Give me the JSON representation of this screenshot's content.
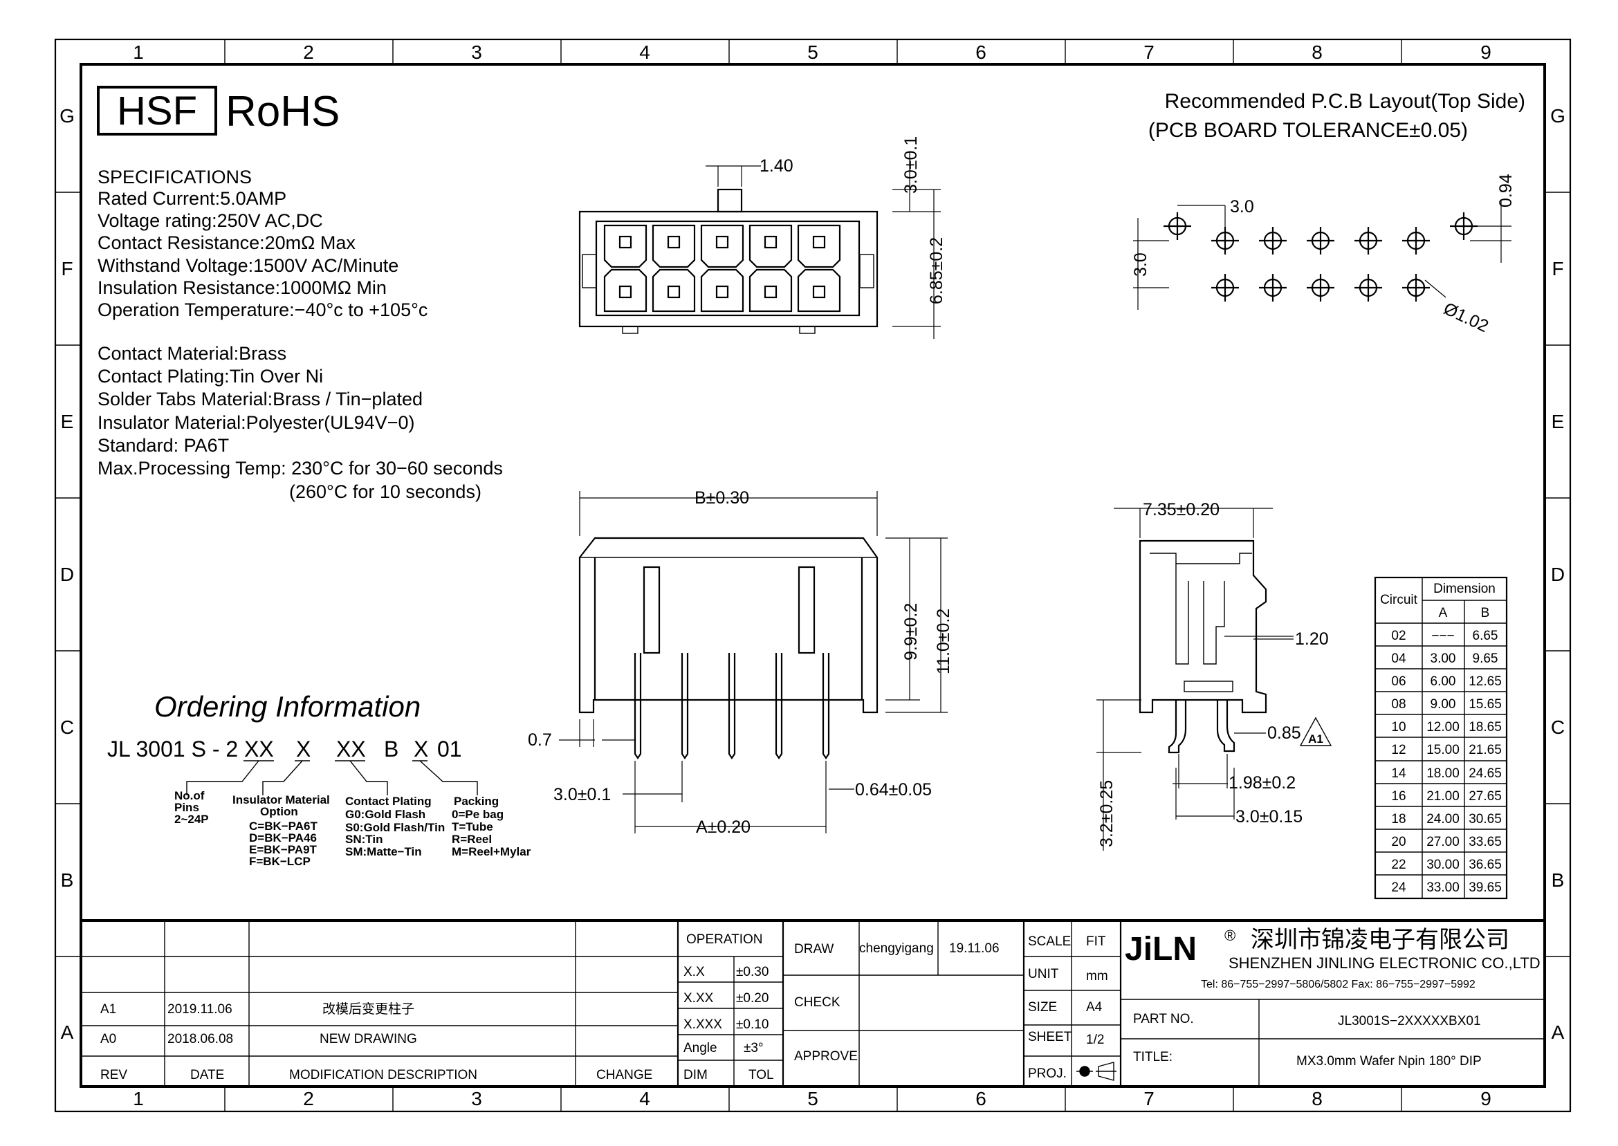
{
  "frame": {
    "columns": [
      "1",
      "2",
      "3",
      "4",
      "5",
      "6",
      "7",
      "8",
      "9"
    ],
    "rows": [
      "G",
      "F",
      "E",
      "D",
      "C",
      "B",
      "A"
    ]
  },
  "header": {
    "badge_hsf": "HSF",
    "badge_rohs": "RoHS"
  },
  "specs": {
    "title": "SPECIFICATIONS",
    "lines": [
      "Rated Current:5.0AMP",
      "Voltage rating:250V AC,DC",
      "Contact Resistance:20mΩ Max",
      "Withstand Voltage:1500V AC/Minute",
      "Insulation Resistance:1000MΩ Min",
      "Operation Temperature:−40°c to +105°c"
    ],
    "materials": [
      "Contact Material:Brass",
      "Contact Plating:Tin Over Ni",
      "Solder Tabs Material:Brass / Tin−plated",
      "Insulator Material:Polyester(UL94V−0)",
      "Standard:            PA6T",
      "Max.Processing Temp: 230°C for 30−60 seconds",
      "(260°C for 10 seconds)"
    ]
  },
  "pcb": {
    "title_line1": "Recommended P.C.B Layout(Top Side)",
    "title_line2": "(PCB BOARD TOLERANCE±0.05)",
    "dims": {
      "pitch": "3.0",
      "row": "3.0",
      "offset": "0.94",
      "hole": "Ø1.02"
    }
  },
  "front_view": {
    "dims": [
      "1.40",
      "3.0±0.1",
      "6.85±0.2"
    ]
  },
  "side_view": {
    "dims": [
      "B±0.30",
      "9.9±0.2",
      "11.0±0.2",
      "0.7",
      "3.0±0.1",
      "0.64±0.05",
      "A±0.20"
    ]
  },
  "end_view": {
    "dims": [
      "7.35±0.20",
      "1.20",
      "0.85",
      "1.98±0.2",
      "3.0±0.15",
      "3.2±0.25"
    ],
    "rev_mark": "A1"
  },
  "dimension_table": {
    "header_circuit": "Circuit",
    "header_dimension": "Dimension",
    "col_a": "A",
    "col_b": "B",
    "rows": [
      [
        "02",
        "−−−",
        "6.65"
      ],
      [
        "04",
        "3.00",
        "9.65"
      ],
      [
        "06",
        "6.00",
        "12.65"
      ],
      [
        "08",
        "9.00",
        "15.65"
      ],
      [
        "10",
        "12.00",
        "18.65"
      ],
      [
        "12",
        "15.00",
        "21.65"
      ],
      [
        "14",
        "18.00",
        "24.65"
      ],
      [
        "16",
        "21.00",
        "27.65"
      ],
      [
        "18",
        "24.00",
        "30.65"
      ],
      [
        "20",
        "27.00",
        "33.65"
      ],
      [
        "22",
        "30.00",
        "36.65"
      ],
      [
        "24",
        "33.00",
        "39.65"
      ]
    ]
  },
  "ordering": {
    "title": "Ordering Information",
    "code": {
      "prefix": "JL 3001 S - 2",
      "f1": "XX",
      "f2": "X",
      "f3": "XX",
      "f4": "B",
      "f5": "X",
      "f6": "01"
    },
    "pins": [
      "No.of",
      "Pins",
      "2~24P"
    ],
    "insulator": [
      "Insulator Material",
      "Option",
      "C=BK−PA6T",
      "D=BK−PA46",
      "E=BK−PA9T",
      "F=BK−LCP"
    ],
    "plating": [
      "Contact Plating",
      "G0:Gold Flash",
      "S0:Gold Flash/Tin",
      "SN:Tin",
      "SM:Matte−Tin"
    ],
    "packing": [
      "Packing",
      "0=Pe bag",
      "T=Tube",
      "R=Reel",
      "M=Reel+Mylar"
    ]
  },
  "title_block": {
    "revisions": [
      {
        "rev": "A1",
        "date": "2019.11.06",
        "desc": "改模后变更柱子"
      },
      {
        "rev": "A0",
        "date": "2018.06.08",
        "desc": "NEW DRAWING"
      }
    ],
    "headers": {
      "rev": "REV",
      "date": "DATE",
      "desc": "MODIFICATION DESCRIPTION",
      "change": "CHANGE"
    },
    "operation": {
      "title": "OPERATION",
      "rows": [
        [
          "X.X",
          "±0.30"
        ],
        [
          "X.XX",
          "±0.20"
        ],
        [
          "X.XXX",
          "±0.10"
        ],
        [
          "Angle",
          "±3°"
        ]
      ],
      "dim": "DIM",
      "tol": "TOL"
    },
    "draw": "DRAW",
    "drawer": "chengyigang",
    "draw_date": "19.11.06",
    "check": "CHECK",
    "approve": "APPROVE",
    "scale_label": "SCALE",
    "scale": "FIT",
    "unit_label": "UNIT",
    "unit": "mm",
    "size_label": "SIZE",
    "size": "A4",
    "sheet_label": "SHEET",
    "sheet": "1/2",
    "proj_label": "PROJ.",
    "company": {
      "logo": "JiLN",
      "reg": "®",
      "name_cn": "深圳市锦凌电子有限公司",
      "name_en": "SHENZHEN JINLING ELECTRONIC CO.,LTD",
      "contact": "Tel: 86−755−2997−5806/5802   Fax: 86−755−2997−5992"
    },
    "part_no_label": "PART NO.",
    "part_no": "JL3001S−2XXXXXBX01",
    "title_label": "TITLE:",
    "title": "MX3.0mm Wafer Npin 180° DIP"
  }
}
